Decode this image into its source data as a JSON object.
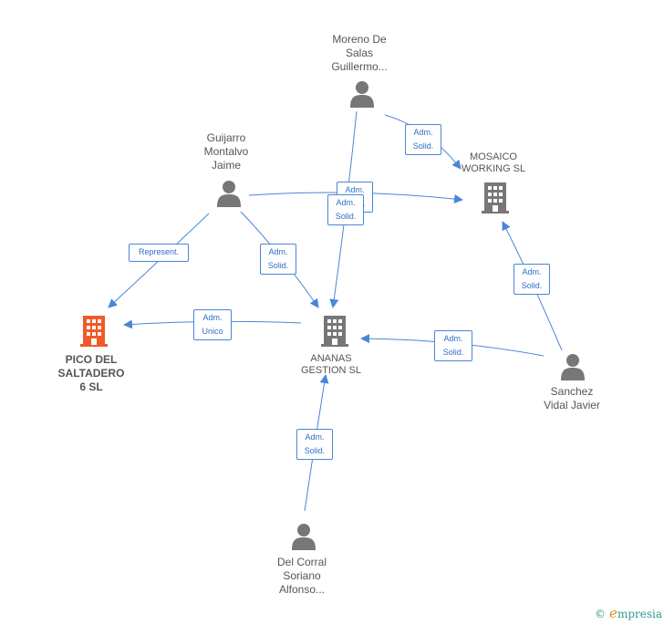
{
  "colors": {
    "edge": "#4a86d6",
    "person": "#777777",
    "company": "#777777",
    "company_highlight": "#f05a28"
  },
  "persons": [
    {
      "id": "moreno",
      "lines": [
        "Moreno De",
        "Salas",
        "Guillermo..."
      ]
    },
    {
      "id": "guijarro",
      "lines": [
        "Guijarro",
        "Montalvo",
        "Jaime"
      ]
    },
    {
      "id": "sanchez",
      "lines": [
        "Sanchez",
        "Vidal Javier"
      ]
    },
    {
      "id": "delcorral",
      "lines": [
        "Del Corral",
        "Soriano",
        "Alfonso..."
      ]
    }
  ],
  "companies": [
    {
      "id": "mosaico",
      "lines": [
        "MOSAICO",
        "WORKING  SL"
      ]
    },
    {
      "id": "ananas",
      "lines": [
        "ANANAS",
        "GESTION  SL"
      ]
    },
    {
      "id": "pico",
      "lines": [
        "PICO DEL",
        "SALTADERO",
        "6  SL"
      ]
    }
  ],
  "edges": [
    {
      "id": "moreno-mosaico",
      "lines": [
        "Adm.",
        "Solid."
      ]
    },
    {
      "id": "guijarro-mosaico",
      "lines": [
        "Adm.",
        "Solid."
      ]
    },
    {
      "id": "moreno-ananas",
      "lines": [
        "Adm.",
        "Solid."
      ]
    },
    {
      "id": "guijarro-pico",
      "lines": [
        "Represent."
      ]
    },
    {
      "id": "guijarro-ananas",
      "lines": [
        "Adm.",
        "Solid."
      ]
    },
    {
      "id": "ananas-pico",
      "lines": [
        "Adm.",
        "Unico"
      ]
    },
    {
      "id": "sanchez-ananas",
      "lines": [
        "Adm.",
        "Solid."
      ]
    },
    {
      "id": "sanchez-mosaico",
      "lines": [
        "Adm.",
        "Solid."
      ]
    },
    {
      "id": "delcorral-ananas",
      "lines": [
        "Adm.",
        "Solid."
      ]
    }
  ],
  "footer": {
    "copyright": "©",
    "brand_first": "e",
    "brand_rest": "mpresia"
  }
}
